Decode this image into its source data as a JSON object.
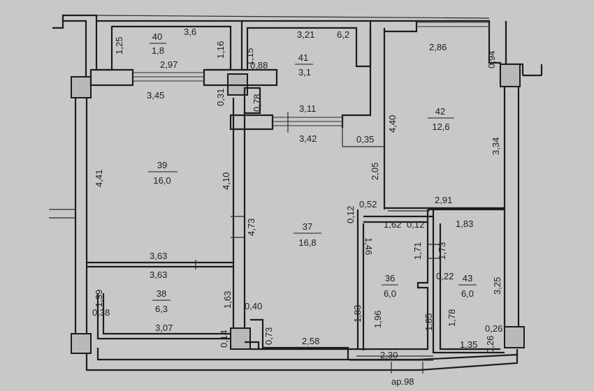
{
  "rooms": [
    {
      "id": "39",
      "area": "16,0"
    },
    {
      "id": "40",
      "area": "1,8"
    },
    {
      "id": "41",
      "area": "3,1"
    },
    {
      "id": "42",
      "area": "12,6"
    },
    {
      "id": "37",
      "area": "16,8"
    },
    {
      "id": "38",
      "area": "6,3"
    },
    {
      "id": "36",
      "area": "6,0"
    },
    {
      "id": "43",
      "area": "6,0"
    }
  ],
  "dimensions": {
    "d_3_6": "3,6",
    "d_1_25": "1,25",
    "d_1_16": "1,16",
    "d_2_97": "2,97",
    "d_3_45": "3,45",
    "d_0_31": "0,31",
    "d_1_15": "1,15",
    "d_0_88": "0,88",
    "d_0_78": "0,78",
    "d_3_21": "3,21",
    "d_6_2": "6,2",
    "d_3_11": "3,11",
    "d_3_42": "3,42",
    "d_0_35": "0,35",
    "d_4_40": "4,40",
    "d_2_86": "2,86",
    "d_0_94": "0,94",
    "d_3_34": "3,34",
    "d_4_41": "4,41",
    "d_4_10": "4,10",
    "d_2_05": "2,05",
    "d_0_52": "0,52",
    "d_2_91": "2,91",
    "d_0_12a": "0,12",
    "d_1_62": "1,62",
    "d_0_12b": "0,12",
    "d_1_83a": "1,83",
    "d_4_73": "4,73",
    "d_1_46": "1,46",
    "d_1_71": "1,71",
    "d_1_73": "1,73",
    "d_3_63a": "3,63",
    "d_3_63b": "3,63",
    "d_0_22": "0,22",
    "d_3_25": "3,25",
    "d_1_39": "1,39",
    "d_0_38": "0,38",
    "d_1_63": "1,63",
    "d_0_40": "0,40",
    "d_1_83b": "1,83",
    "d_1_96": "1,96",
    "d_1_85": "1,85",
    "d_1_78": "1,78",
    "d_0_26a": "0,26",
    "d_3_07": "3,07",
    "d_0_14": "0,14",
    "d_0_73": "0,73",
    "d_2_58": "2,58",
    "d_0_26b": "0,26",
    "d_1_35": "1,35",
    "d_2_30": "2,30"
  },
  "footer_label": "ар.98"
}
